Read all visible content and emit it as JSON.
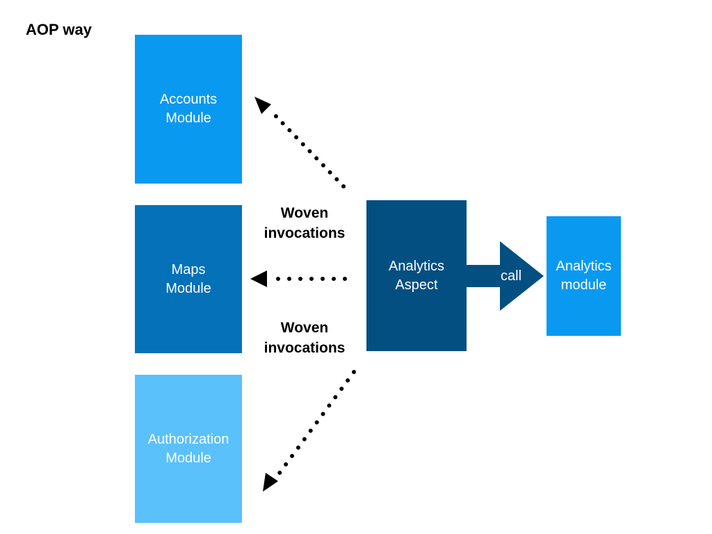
{
  "title": "AOP way",
  "modules": {
    "accounts": "Accounts\nModule",
    "maps": "Maps\nModule",
    "authorization": "Authorization\nModule"
  },
  "aspect": "Analytics\nAspect",
  "analytics_module": "Analytics\nmodule",
  "woven_top": "Woven\ninvocations",
  "woven_bottom": "Woven\ninvocations",
  "call_label": "call",
  "colors": {
    "accounts": "#0a99f0",
    "maps": "#0571b8",
    "authorization": "#5ac1fb",
    "aspect": "#034f82",
    "analytics_module": "#0a99f0"
  }
}
